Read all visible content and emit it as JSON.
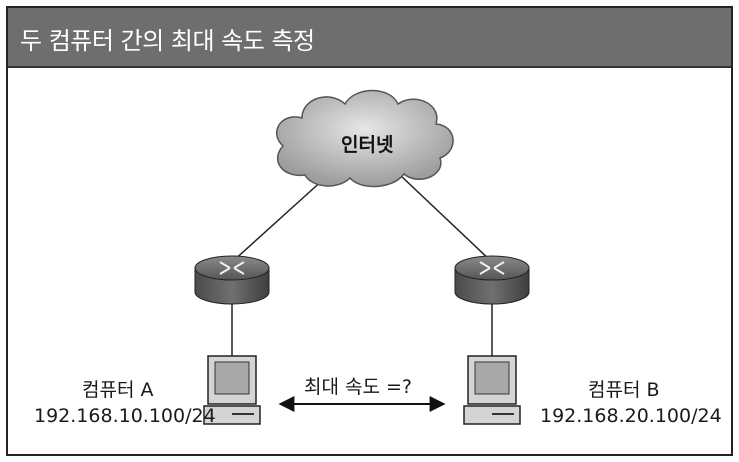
{
  "title": "두 컴퓨터 간의 최대 속도 측정",
  "cloud": {
    "label": "인터넷",
    "icon": "cloud-icon"
  },
  "routers": [
    {
      "icon": "router-icon"
    },
    {
      "icon": "router-icon"
    }
  ],
  "computer_a": {
    "name": "컴퓨터 A",
    "ip": "192.168.10.100/24",
    "icon": "computer-icon"
  },
  "computer_b": {
    "name": "컴퓨터 B",
    "ip": "192.168.20.100/24",
    "icon": "computer-icon"
  },
  "link": {
    "label": "최대 속도 =?"
  },
  "colors": {
    "title_bar": "#6e6e6e",
    "cloud": "#bdbdbd",
    "router": "#5f5f5f",
    "computer": "#d0d0d0"
  }
}
